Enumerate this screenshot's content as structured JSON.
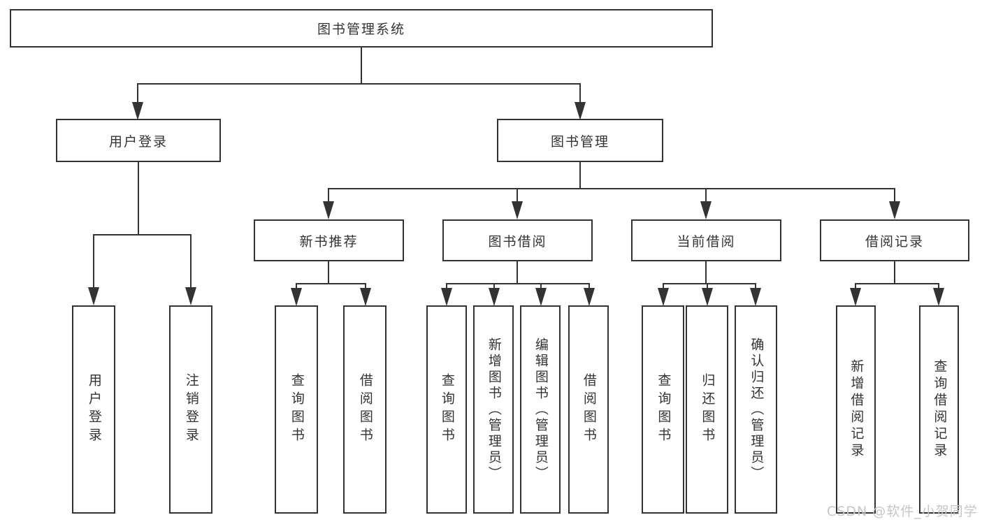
{
  "tree": {
    "root": "图书管理系统",
    "level2": [
      {
        "label": "用户登录",
        "leaves": [
          "用户登录",
          "注销登录"
        ]
      },
      {
        "label": "图书管理",
        "groups": [
          {
            "label": "新书推荐",
            "leaves": [
              "查询图书",
              "借阅图书"
            ]
          },
          {
            "label": "图书借阅",
            "leaves": [
              "查询图书",
              "新增图书（管理员）",
              "编辑图书（管理员）",
              "借阅图书"
            ]
          },
          {
            "label": "当前借阅",
            "leaves": [
              "查询图书",
              "归还图书",
              "确认归还（管理员）"
            ]
          },
          {
            "label": "借阅记录",
            "leaves": [
              "新增借阅记录",
              "查询借阅记录"
            ]
          }
        ]
      }
    ]
  },
  "watermark": "CSDN @软件_小贺同学",
  "colors": {
    "line": "#333333",
    "text": "#333333",
    "watermark": "#c6c6c6",
    "background": "#ffffff"
  }
}
